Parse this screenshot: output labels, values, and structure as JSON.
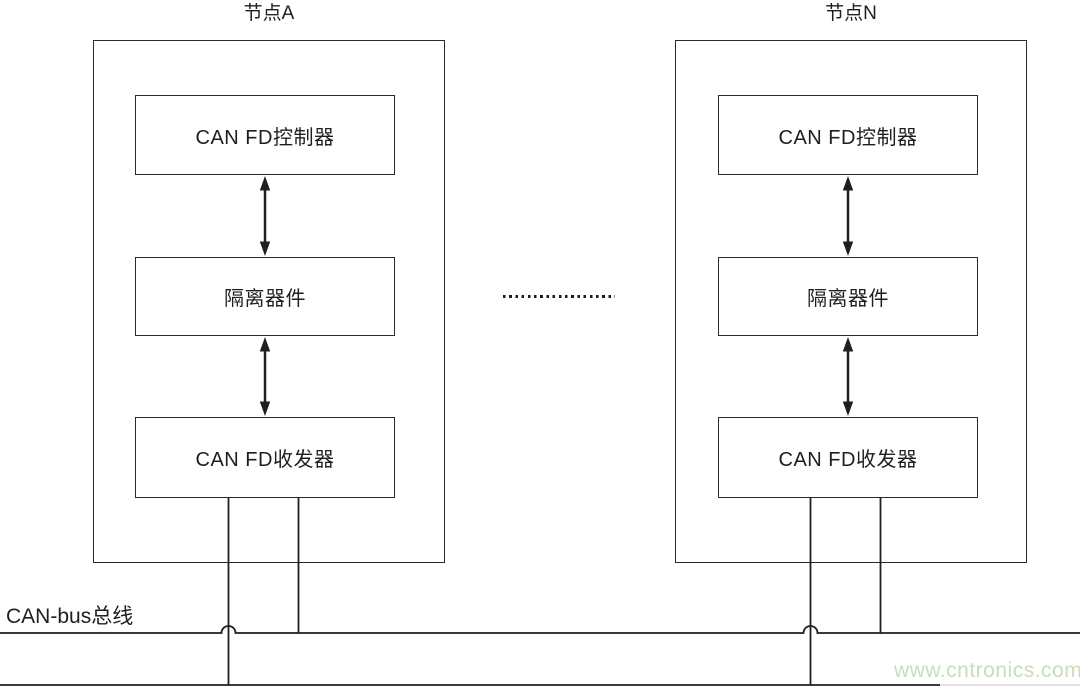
{
  "nodes": [
    {
      "title": "节点A",
      "components": [
        "CAN FD控制器",
        "隔离器件",
        "CAN FD收发器"
      ]
    },
    {
      "title": "节点N",
      "components": [
        "CAN FD控制器",
        "隔离器件",
        "CAN FD收发器"
      ]
    }
  ],
  "bus": {
    "label": "CAN-bus总线"
  },
  "watermark": {
    "text": "www.cntronics.com",
    "color": "#c6debc"
  },
  "colors": {
    "line": "#1f1f1f",
    "background": "#ffffff"
  }
}
